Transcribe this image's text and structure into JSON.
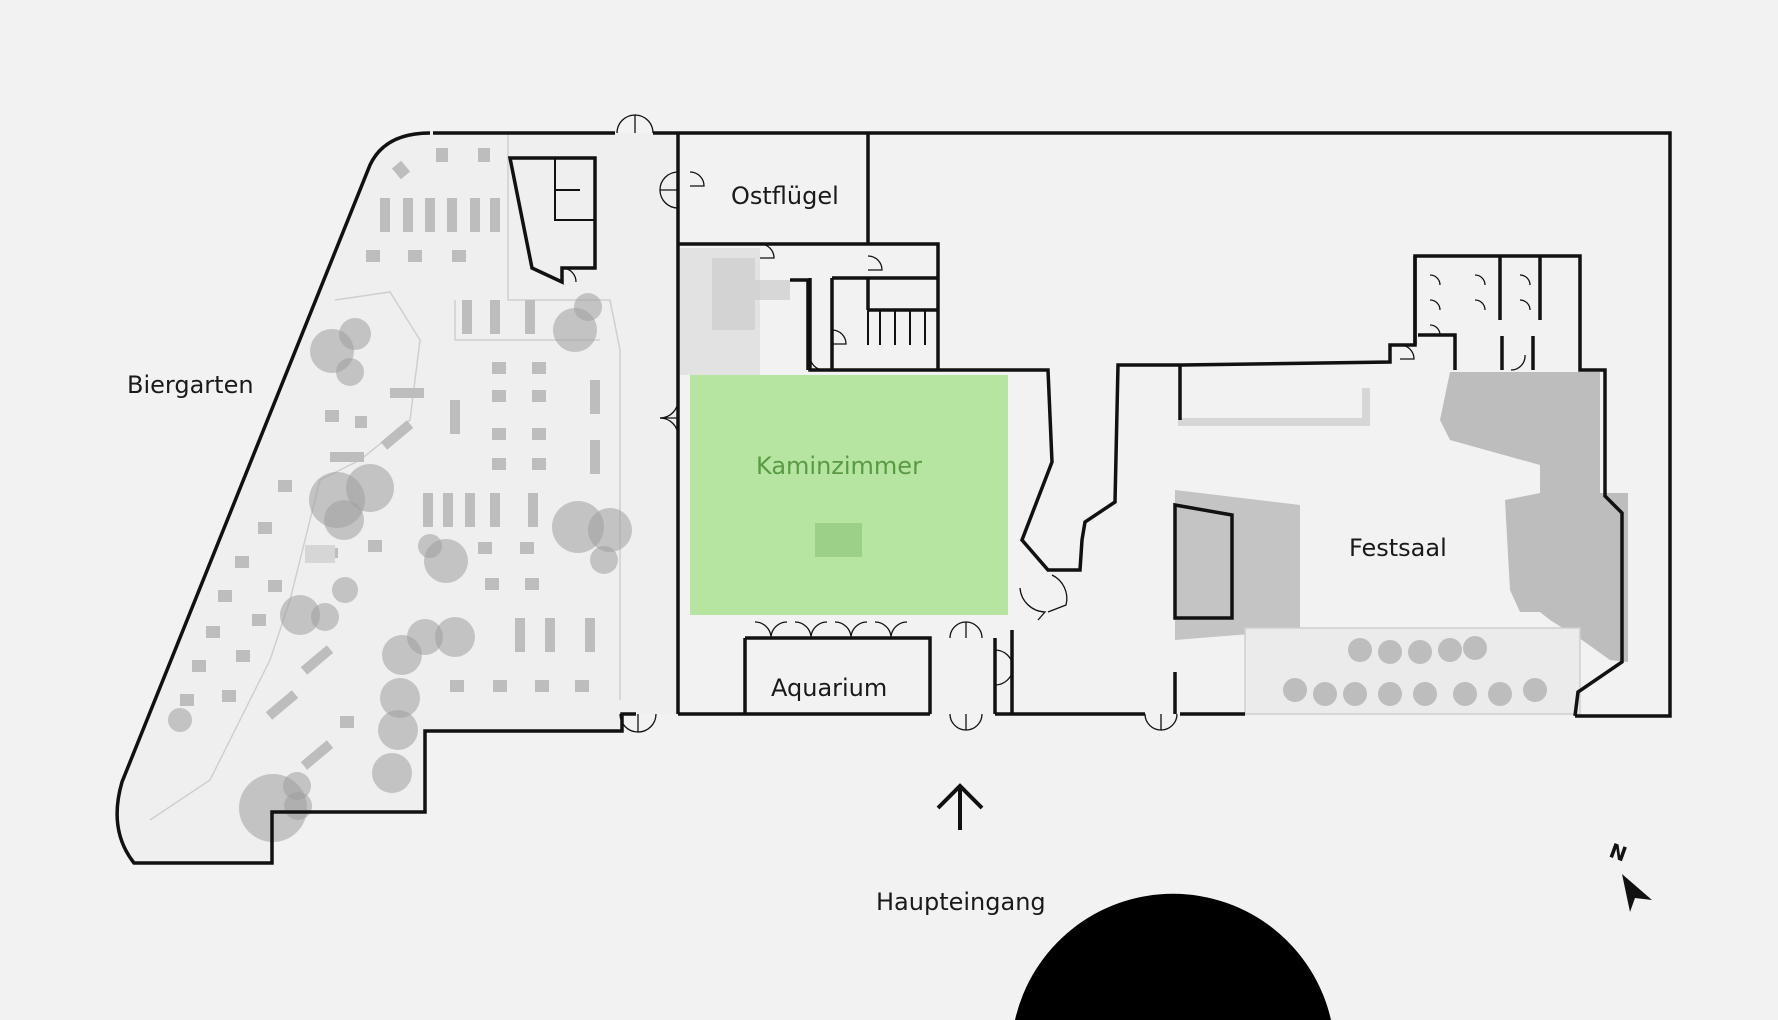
{
  "rooms": {
    "biergarten": "Biergarten",
    "ostfluegel": "Ostflügel",
    "kaminzimmer": "Kaminzimmer",
    "aquarium": "Aquarium",
    "festsaal": "Festsaal"
  },
  "entrance": {
    "label": "Haupteingang"
  },
  "compass": {
    "label": "N"
  },
  "colors": {
    "highlight_fill": "#b5e5a0",
    "highlight_text": "#5a9a45",
    "wall": "#111111",
    "furniture": "#bdbdbd",
    "background": "#f2f2f2"
  },
  "selected_room": "Kaminzimmer"
}
